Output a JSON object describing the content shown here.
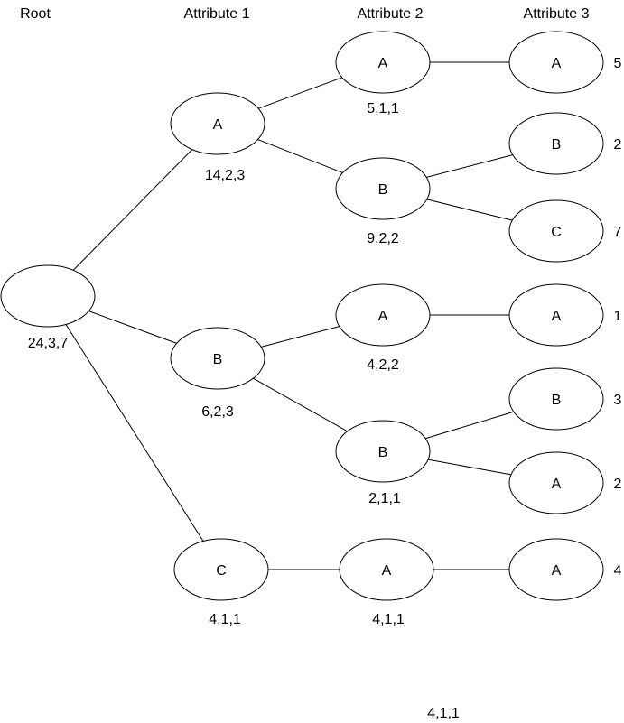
{
  "headers": [
    "Root",
    "Attribute 1",
    "Attribute 2",
    "Attribute 3"
  ],
  "nodes": [
    {
      "id": "root",
      "label": "",
      "counts": "24,3,7"
    },
    {
      "id": "a1-A",
      "label": "A",
      "counts": "14,2,3"
    },
    {
      "id": "a1-B",
      "label": "B",
      "counts": "6,2,3"
    },
    {
      "id": "a1-C",
      "label": "C",
      "counts": "4,1,1"
    },
    {
      "id": "a2-AA",
      "label": "A",
      "counts": "5,1,1"
    },
    {
      "id": "a2-AB",
      "label": "B",
      "counts": "9,2,2"
    },
    {
      "id": "a2-BA",
      "label": "A",
      "counts": "4,2,2"
    },
    {
      "id": "a2-BB",
      "label": "B",
      "counts": "2,1,1"
    },
    {
      "id": "a2-CA",
      "label": "A",
      "counts": "4,1,1"
    },
    {
      "id": "a3-AAA",
      "label": "A",
      "counts": "5"
    },
    {
      "id": "a3-ABB",
      "label": "B",
      "counts": "2"
    },
    {
      "id": "a3-ABC",
      "label": "C",
      "counts": "7"
    },
    {
      "id": "a3-BAA",
      "label": "A",
      "counts": "1"
    },
    {
      "id": "a3-BBB",
      "label": "B",
      "counts": "3"
    },
    {
      "id": "a3-BBA",
      "label": "A",
      "counts": "2"
    },
    {
      "id": "a3-CAA",
      "label": "A",
      "counts": "4"
    }
  ],
  "edges": [
    [
      "root",
      "a1-A"
    ],
    [
      "root",
      "a1-B"
    ],
    [
      "root",
      "a1-C"
    ],
    [
      "a1-A",
      "a2-AA"
    ],
    [
      "a1-A",
      "a2-AB"
    ],
    [
      "a1-B",
      "a2-BA"
    ],
    [
      "a1-B",
      "a2-BB"
    ],
    [
      "a1-C",
      "a2-CA"
    ],
    [
      "a2-AA",
      "a3-AAA"
    ],
    [
      "a2-AB",
      "a3-ABB"
    ],
    [
      "a2-AB",
      "a3-ABC"
    ],
    [
      "a2-BA",
      "a3-BAA"
    ],
    [
      "a2-BB",
      "a3-BBB"
    ],
    [
      "a2-BB",
      "a3-BBA"
    ],
    [
      "a2-CA",
      "a3-CAA"
    ]
  ],
  "footer_note": "4,1,1"
}
